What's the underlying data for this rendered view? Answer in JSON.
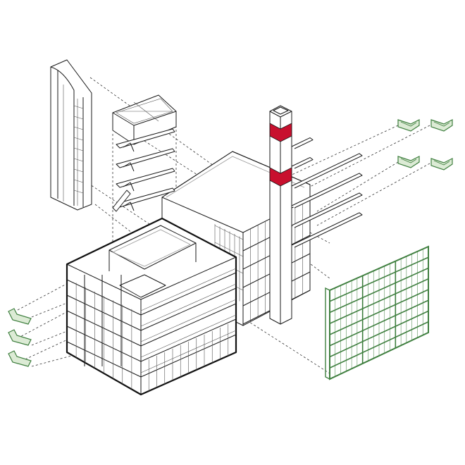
{
  "colors": {
    "line": "#1a1a1a",
    "accent_red": "#c8102e",
    "green_frame": "#3f7f3f",
    "green_fill": "#dcebd5",
    "dashed": "#333333",
    "background": "#ffffff"
  },
  "panel": {
    "rows": 8,
    "cols": 3
  },
  "balconies": {
    "count": 3
  },
  "planters_right": {
    "count": 4
  },
  "chimney": {
    "red_bands": 2
  },
  "beams": {
    "count": 6
  },
  "stairs": {
    "flights": 4
  }
}
